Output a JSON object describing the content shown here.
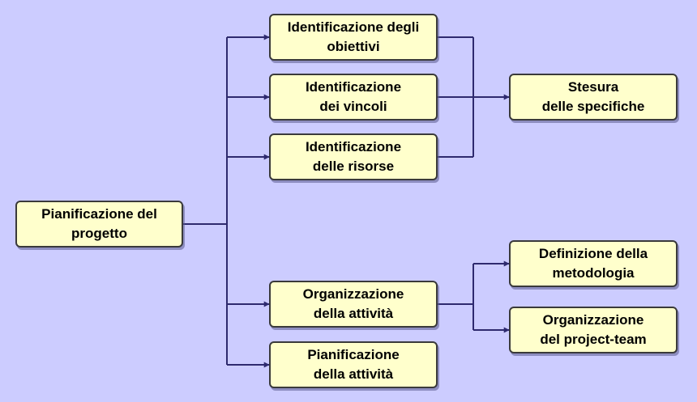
{
  "diagram": {
    "root": {
      "line1": "Pianificazione del",
      "line2": "progetto"
    },
    "objectives": {
      "line1": "Identificazione degli",
      "line2": "obiettivi"
    },
    "constraints": {
      "line1": "Identificazione",
      "line2": "dei vincoli"
    },
    "resources": {
      "line1": "Identificazione",
      "line2": "delle risorse"
    },
    "specifications": {
      "line1": "Stesura",
      "line2": "delle specifiche"
    },
    "org_activity": {
      "line1": "Organizzazione",
      "line2": "della attività"
    },
    "plan_activity": {
      "line1": "Pianificazione",
      "line2": "della attività"
    },
    "methodology": {
      "line1": "Definizione della",
      "line2": "metodologia"
    },
    "project_team": {
      "line1": "Organizzazione",
      "line2": "del project-team"
    }
  },
  "colors": {
    "background": "#ccccff",
    "box_fill": "#ffffcc",
    "box_border": "#3a3a3a",
    "connector": "#2e2a6e"
  }
}
